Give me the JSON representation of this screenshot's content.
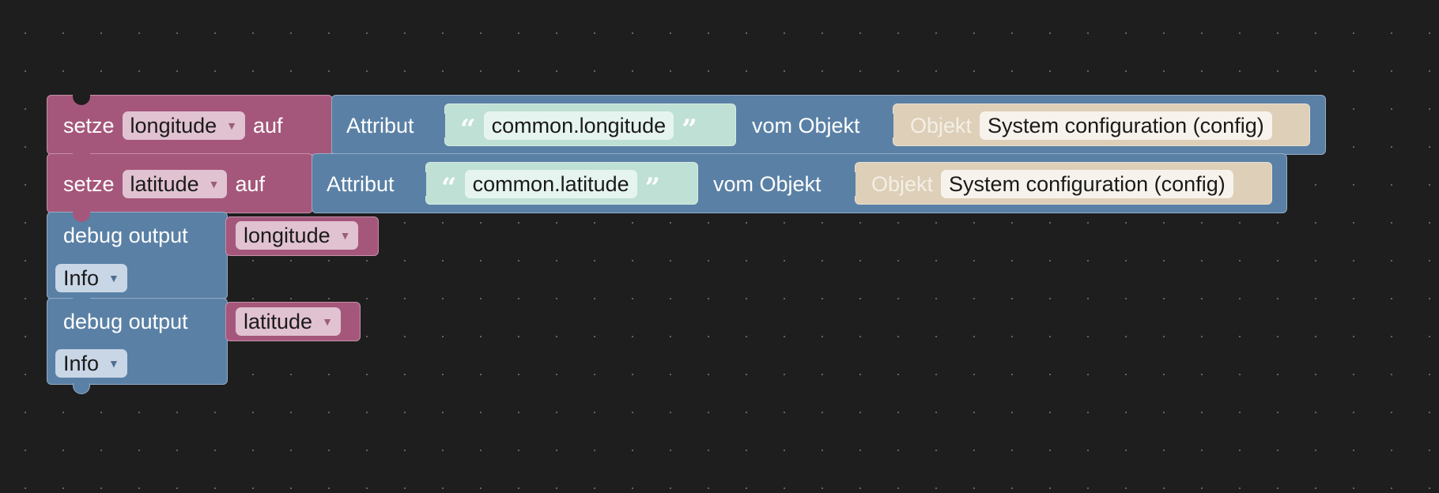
{
  "blocks": {
    "set_longitude": {
      "set_label": "setze",
      "variable": "longitude",
      "to_label": "auf",
      "attribute_label": "Attribut",
      "attribute_value": "common.longitude",
      "from_object_label": "vom Objekt",
      "object_label": "Objekt",
      "object_value": "System configuration (config)"
    },
    "set_latitude": {
      "set_label": "setze",
      "variable": "latitude",
      "to_label": "auf",
      "attribute_label": "Attribut",
      "attribute_value": "common.latitude",
      "from_object_label": "vom Objekt",
      "object_label": "Objekt",
      "object_value": "System configuration (config)"
    },
    "debug_longitude": {
      "label": "debug output",
      "variable": "longitude",
      "level": "Info"
    },
    "debug_latitude": {
      "label": "debug output",
      "variable": "latitude",
      "level": "Info"
    }
  },
  "icons": {
    "dropdown": "caret-down-icon",
    "open_quote": "open-quote-icon",
    "close_quote": "close-quote-icon"
  },
  "glyphs": {
    "caret": "▼",
    "open_quote": "“",
    "close_quote": "”"
  },
  "colors": {
    "workspace_bg": "#1e1e1e",
    "variables": "#a5577b",
    "objects": "#5a80a5",
    "text": "#bfe0d4",
    "object_id": "#ddcfb8"
  }
}
